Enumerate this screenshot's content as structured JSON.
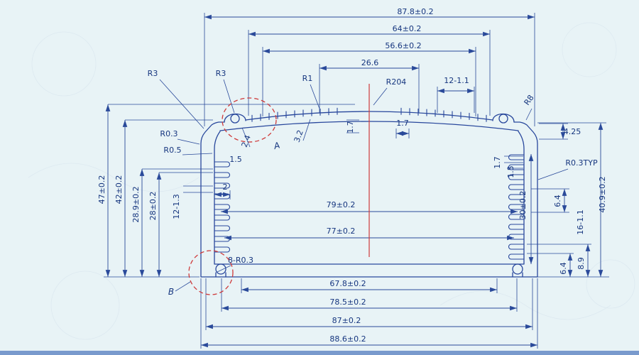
{
  "drawing": {
    "colors": {
      "background": "#e8f3f6",
      "line": "#28479c",
      "text": "#16367f",
      "accent_red": "#cf3b3b"
    },
    "dims": {
      "w878": "87.8±0.2",
      "w64": "64±0.2",
      "w566": "56.6±0.2",
      "w266": "26.6",
      "r204": "R204",
      "n12_11": "12-1.1",
      "r1": "R1",
      "r3a": "R3",
      "r3b": "R3",
      "r8": "R8",
      "n425": "4.25",
      "r03": "R0.3",
      "r05": "R0.5",
      "n24": "2.4",
      "n15a": "1.5",
      "n32": "3.2",
      "a": "A",
      "n17a": "1.7",
      "n17b": "1.7",
      "n17c": "1.7",
      "n15b": "1.5",
      "h47": "47±0.2",
      "h42": "42±0.2",
      "h289": "28.9±0.2",
      "h28": "28±0.2",
      "n12_13": "12-1.3",
      "n2": "2",
      "w79": "79±0.2",
      "w77": "77±0.2",
      "h30": "30±0.2",
      "r03typ": "R0.3TYP",
      "n64a": "6.4",
      "n16_11": "16-1.1",
      "h409": "40.9±0.2",
      "n64b": "6.4",
      "n89": "8.9",
      "n8r03": "8-R0.3",
      "b": "B",
      "w678": "67.8±0.2",
      "w785": "78.5±0.2",
      "w87": "87±0.2",
      "w886": "88.6±0.2"
    }
  }
}
